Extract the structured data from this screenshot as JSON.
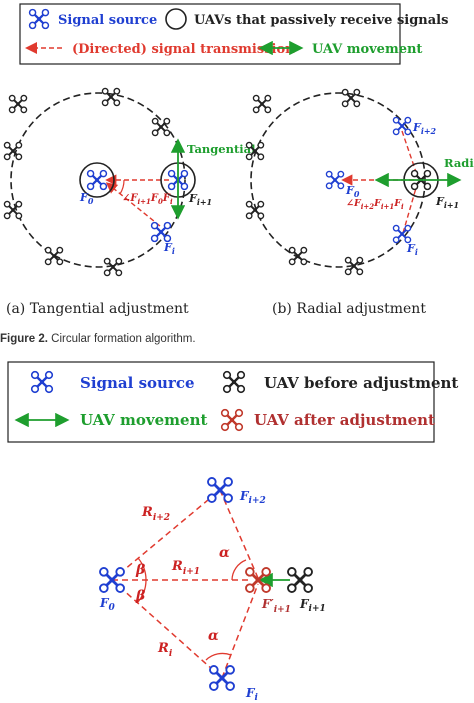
{
  "colors": {
    "source": "#1f3fd1",
    "uav": "#222222",
    "adjusted": "#c0392b",
    "transmission": "#e03a2f",
    "movement": "#1e9e2e",
    "label_red": "#cc2222",
    "label_blue": "#1f3fd1"
  },
  "icons": [
    "signal-source-icon",
    "uav-icon",
    "adjusted-uav-icon",
    "receive-circle-icon",
    "double-arrow-icon",
    "dashed-arrow-icon"
  ],
  "legend_top": {
    "signal_source": "Signal source",
    "uavs_receive": "UAVs that passively receive signals",
    "transmission": "(Directed) signal transmission",
    "movement": "UAV movement"
  },
  "panel_a": {
    "caption": "(a)  Tangential adjustment",
    "direction_label": "Tangential",
    "f0": "F",
    "f0_sub": "0",
    "fi": "F",
    "fi_sub": "i",
    "fi1": "F",
    "fi1_sub": "i+1",
    "angle_text": "∠F",
    "angle_sub": "i+1",
    "angle_mid": "F",
    "angle_mid_sub": "0",
    "angle_end": "F",
    "angle_end_sub": "i"
  },
  "panel_b": {
    "caption": "(b)  Radial adjustment",
    "direction_label": "Radial",
    "f0": "F",
    "f0_sub": "0",
    "fi": "F",
    "fi_sub": "i",
    "fi1": "F",
    "fi1_sub": "i+1",
    "fi2": "F",
    "fi2_sub": "i+2",
    "angle_text": "∠F",
    "angle_sub": "i+2",
    "angle_mid": "F",
    "angle_mid_sub": "i+1",
    "angle_end": "F",
    "angle_end_sub": "i"
  },
  "figure_caption_bold": "Figure 2.",
  "figure_caption": " Circular formation algorithm.",
  "legend_bottom": {
    "signal_source": "Signal source",
    "uav_before": "UAV before adjustment",
    "movement": "UAV movement",
    "uav_after": "UAV after adjustment"
  },
  "geometry_labels": {
    "ri2": "R",
    "ri2_sub": "i+2",
    "ri1": "R",
    "ri1_sub": "i+1",
    "ri": "R",
    "ri_sub": "i",
    "beta": "β",
    "alpha": "α",
    "f0": "F",
    "f0_sub": "0",
    "fi": "F",
    "fi_sub": "i",
    "fi1": "F",
    "fi1_sub": "i+1",
    "fi2": "F",
    "fi2_sub": "i+2",
    "fi1_prime": "F′",
    "fi1_prime_sub": "i+1"
  }
}
